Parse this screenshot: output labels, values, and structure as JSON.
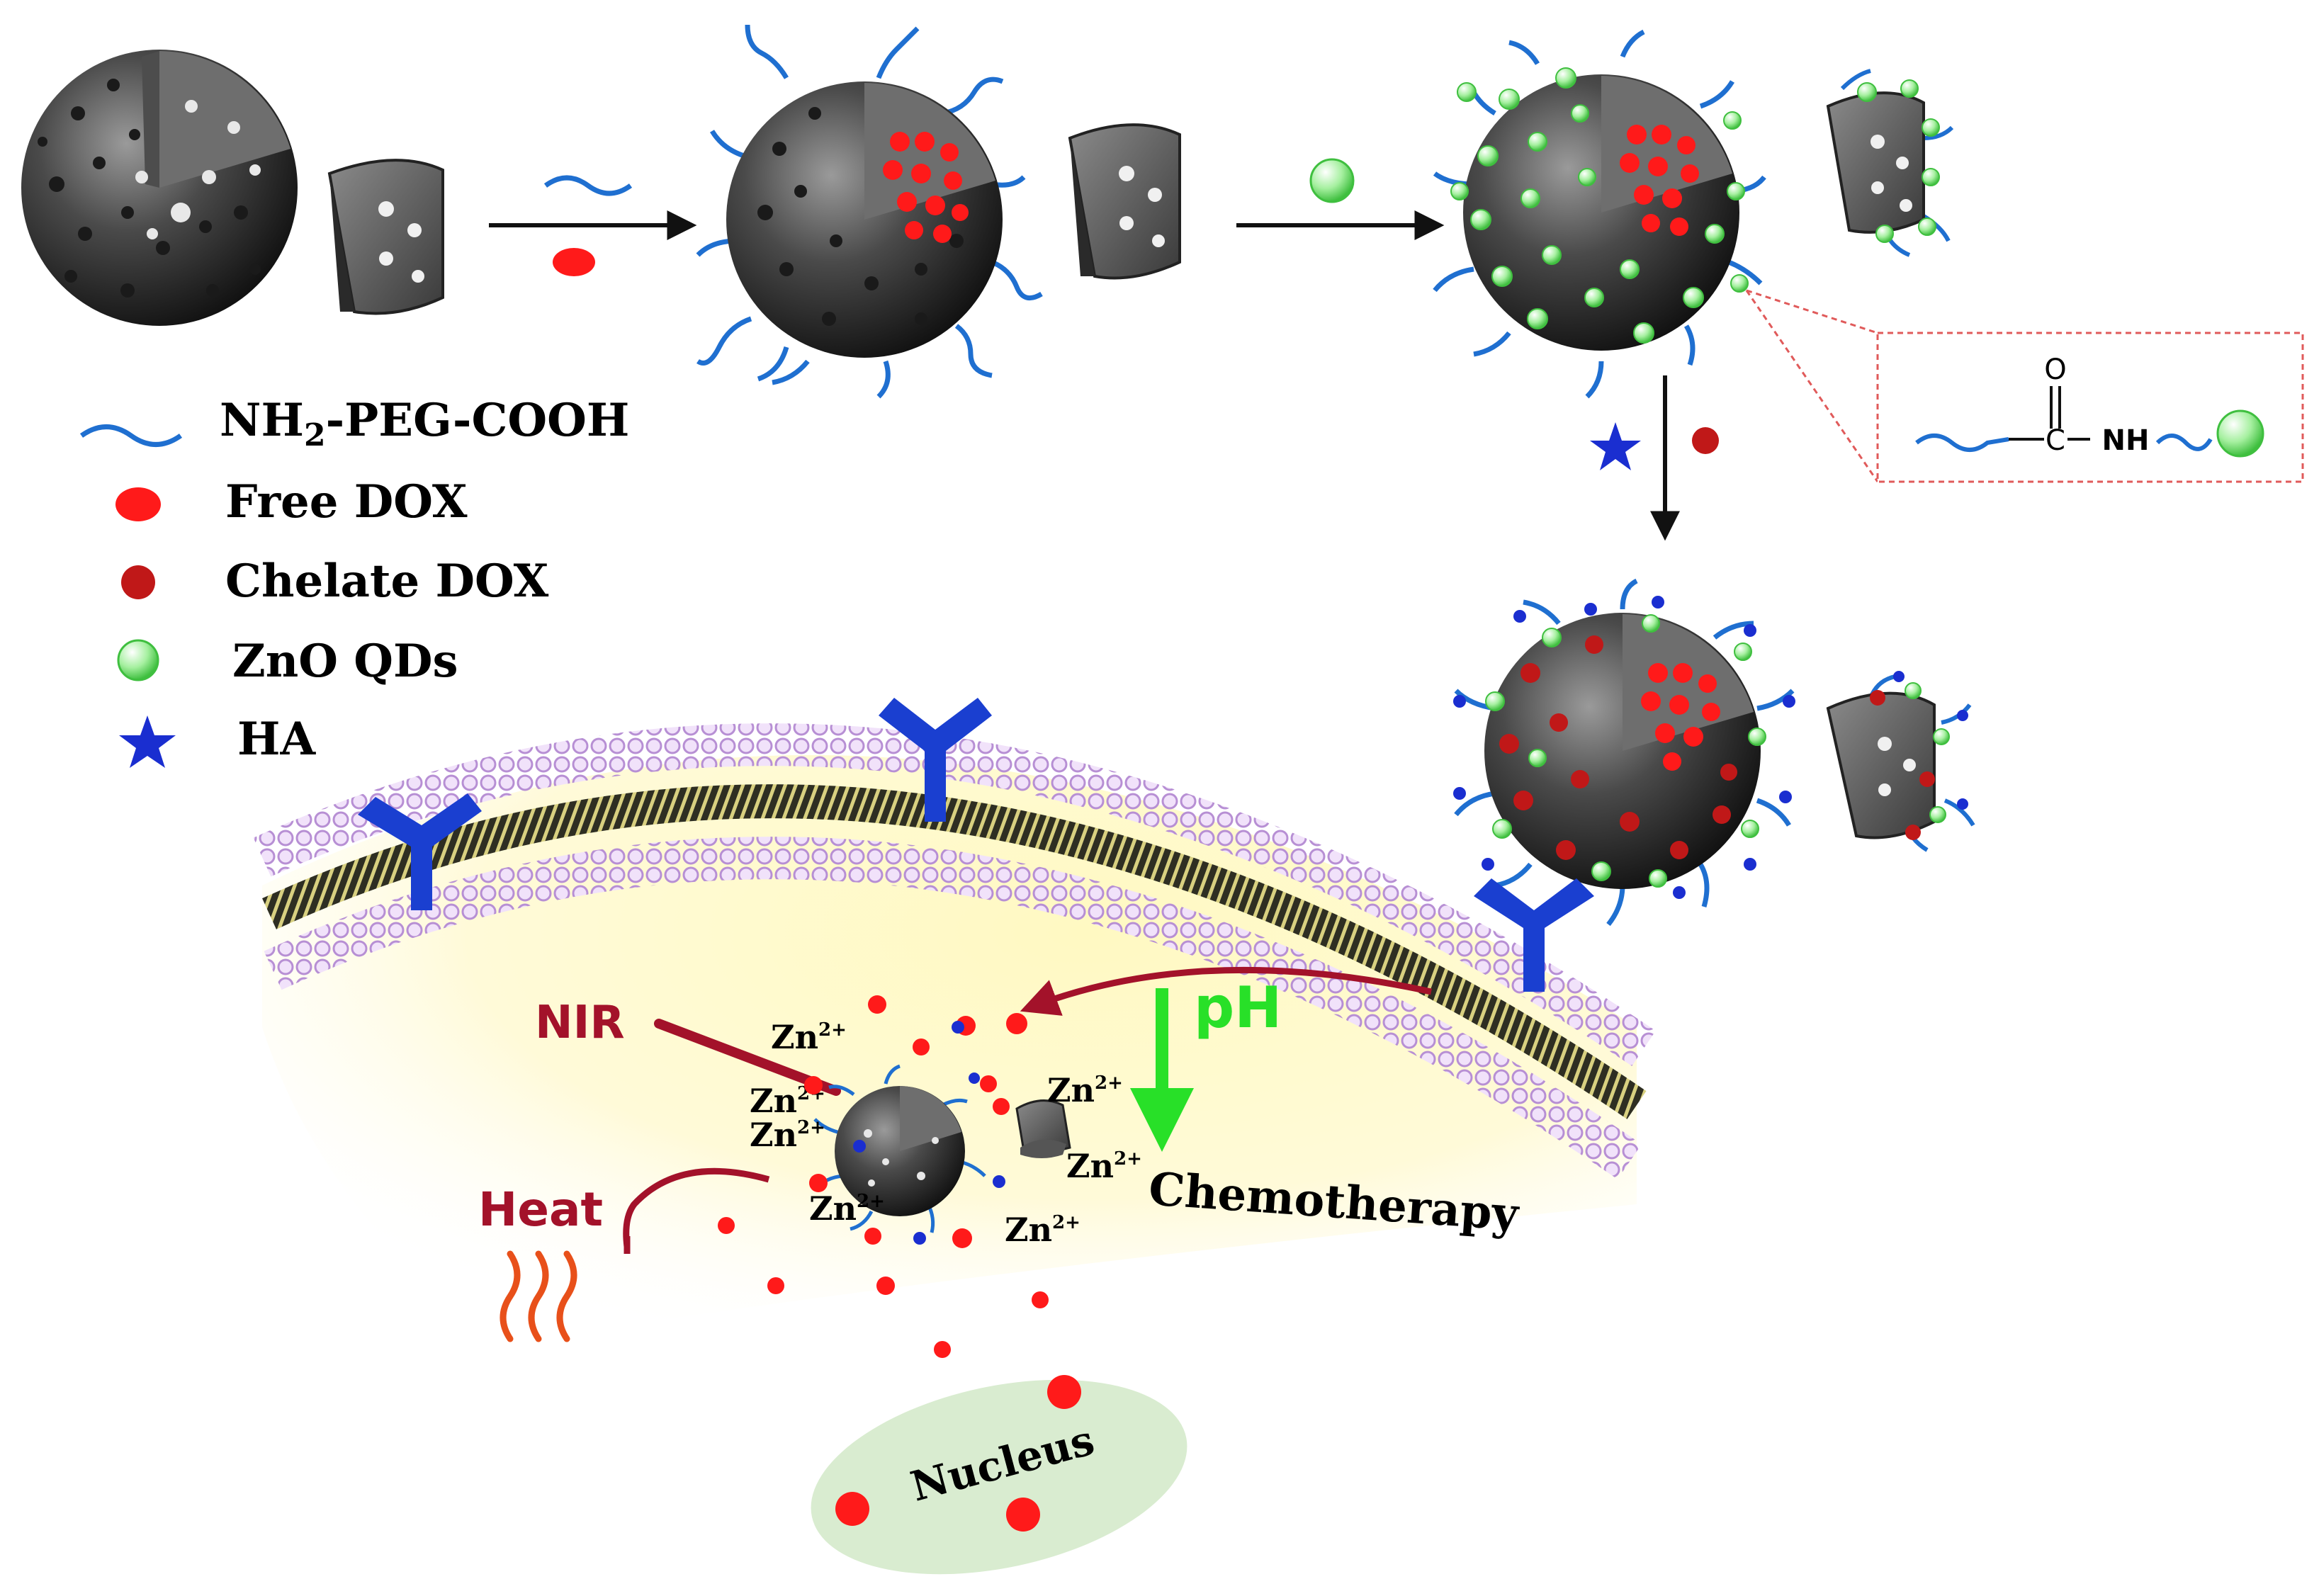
{
  "legend": [
    {
      "key": "peg",
      "label_main": "NH",
      "label_sub": "2",
      "label_rest": "-PEG-COOH"
    },
    {
      "key": "free_dox",
      "label": "Free DOX"
    },
    {
      "key": "chelate_dox",
      "label": "Chelate DOX"
    },
    {
      "key": "zno",
      "label": "ZnO QDs"
    },
    {
      "key": "ha",
      "label": "HA"
    }
  ],
  "inset": {
    "carbonyl_o": "O",
    "amide_c": "C",
    "amide_nh": "NH"
  },
  "labels": {
    "nir": "NIR",
    "ph": "pH",
    "heat": "Heat",
    "chemotherapy": "Chemotherapy",
    "nucleus": "Nucleus",
    "zn_ion": "Zn",
    "zn_charge": "2+"
  },
  "colors": {
    "particle_dark": "#2b2b2b",
    "peg_blue": "#1f6fd0",
    "free_dox_red": "#ff1a1a",
    "chelate_dox_red": "#c01818",
    "zno_green": "#7ee07e",
    "ha_blue": "#1a2ed0",
    "membrane_lilac": "#cba6e0",
    "cytoplasm_yellow": "#fff59a",
    "arrow_darkred": "#a3122a",
    "ph_green": "#28e028",
    "nucleus_green": "#d9ecd0",
    "inset_border": "#e05a5a"
  }
}
